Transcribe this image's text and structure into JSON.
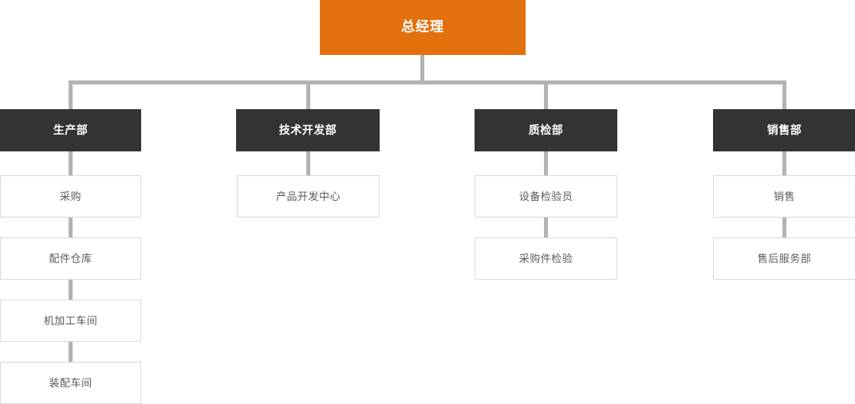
{
  "chart_title": "",
  "colors": {
    "root_bg": "#e2700c",
    "root_text": "#ffffff",
    "dept_bg": "#333333",
    "dept_text": "#ffffff",
    "unit_bg": "#ffffff",
    "unit_border": "#d9d9d9",
    "unit_text": "#5a5a5a",
    "connector": "#b3b3b3",
    "connector_light": "#c8c8c8",
    "page_bg": "#ffffff"
  },
  "root": {
    "label": "总经理"
  },
  "departments": [
    {
      "label": "生产部",
      "children": [
        {
          "label": "采购"
        },
        {
          "label": "配件仓库"
        },
        {
          "label": "机加工车间"
        },
        {
          "label": "装配车间"
        }
      ]
    },
    {
      "label": "技术开发部",
      "children": [
        {
          "label": "产品开发中心"
        }
      ]
    },
    {
      "label": "质检部",
      "children": [
        {
          "label": "设备检验员"
        },
        {
          "label": "采购件检验"
        }
      ]
    },
    {
      "label": "销售部",
      "children": [
        {
          "label": "销售"
        },
        {
          "label": "售后服务部"
        }
      ]
    }
  ]
}
